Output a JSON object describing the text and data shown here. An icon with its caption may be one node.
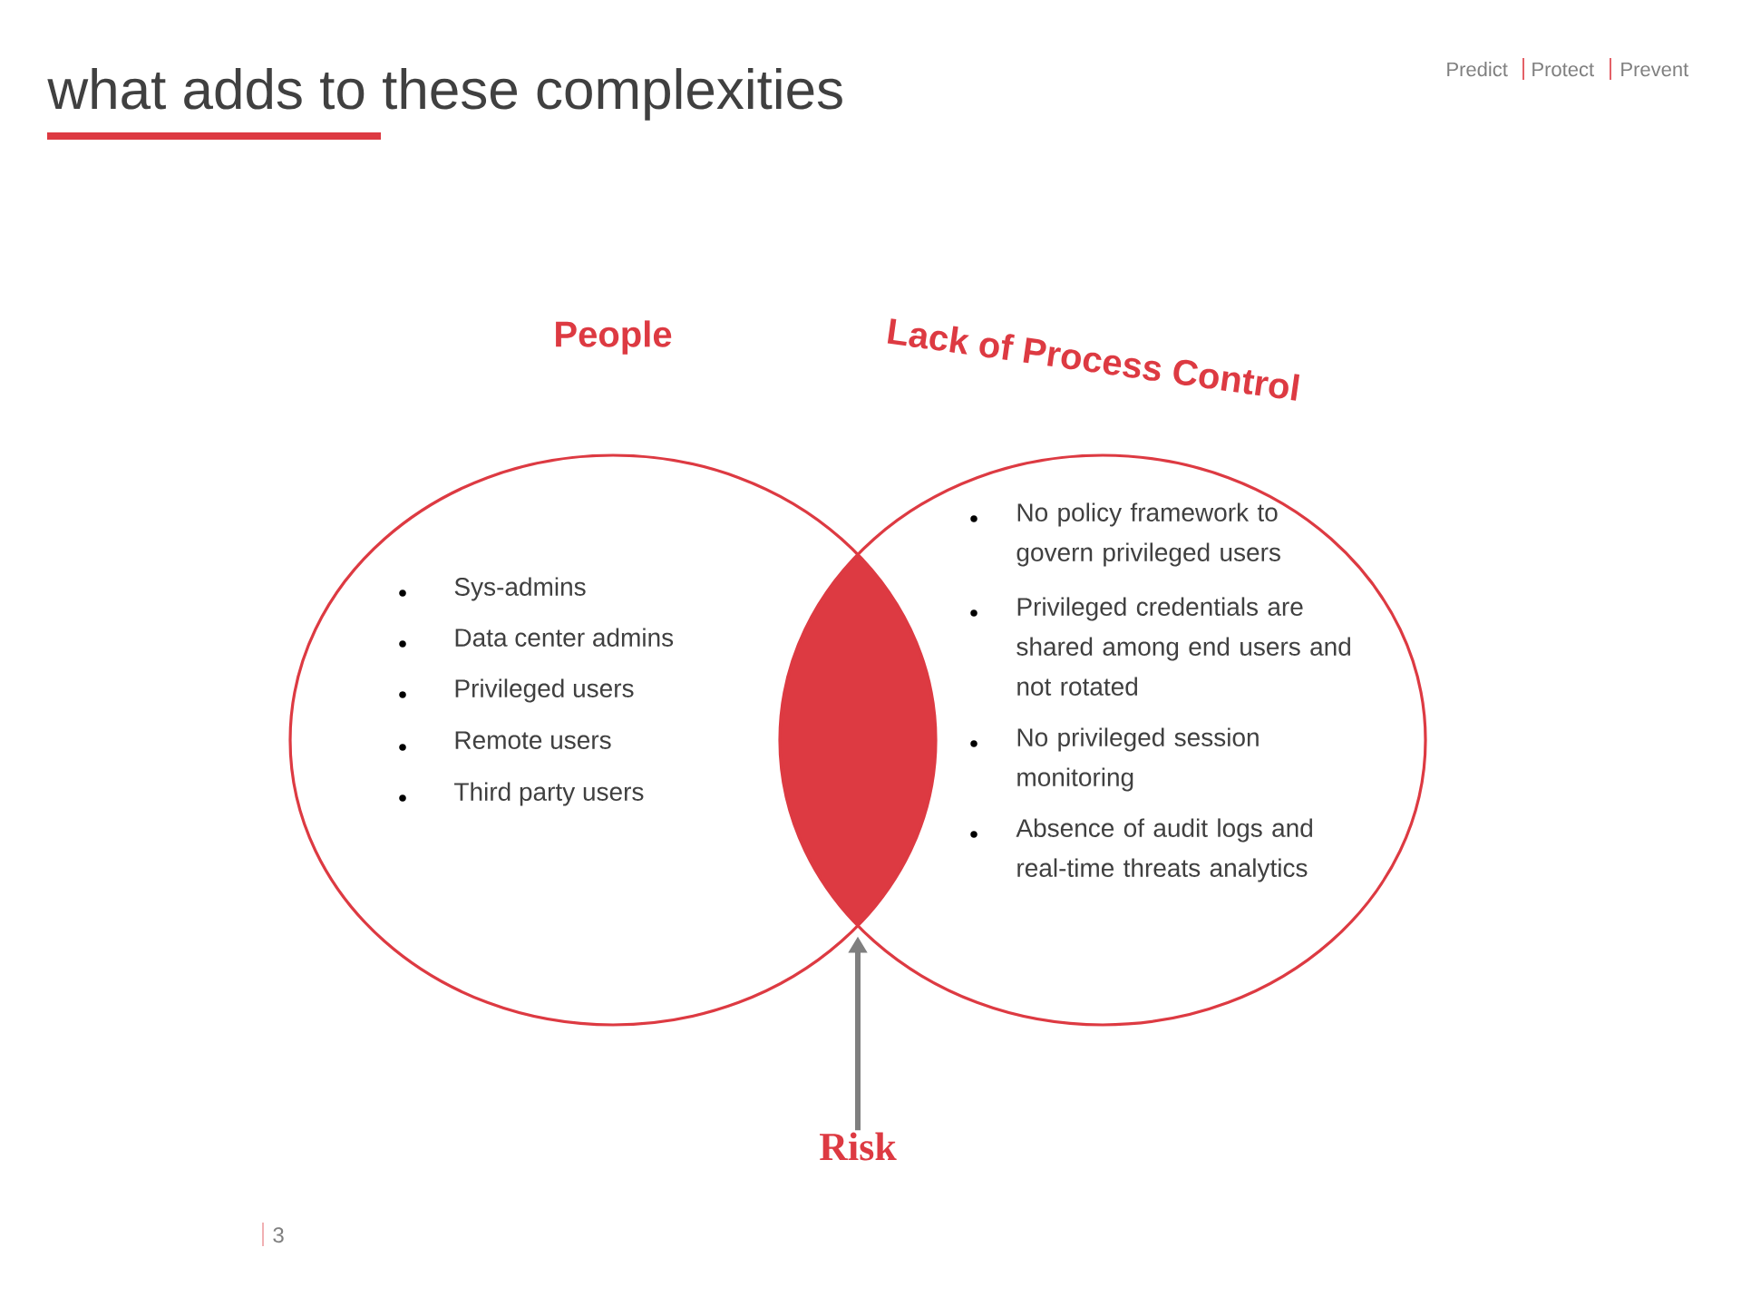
{
  "diagram": {
    "title": "what adds to these complexities",
    "nodes": [
      {
        "text": [
          "People",
          "Sys-admins",
          "Data center admins",
          "Privileged users",
          "Remote users",
          "Third party users"
        ]
      },
      {
        "text": [
          "Lack of Process Control",
          "No policy framework to govern privileged users",
          "Privileged credentials are shared among end users and not rotated",
          "No privileged session monitoring",
          "Absence of audit logs and real-time threats analytics"
        ]
      },
      {
        "text": [],
        "shape": "lens"
      },
      {
        "text": [
          "Risk"
        ]
      }
    ],
    "edges": [
      {
        "from": 3,
        "to": 2,
        "arrow": "to"
      }
    ],
    "labels": [
      "Predict",
      "Protect",
      "Prevent",
      "3"
    ]
  }
}
